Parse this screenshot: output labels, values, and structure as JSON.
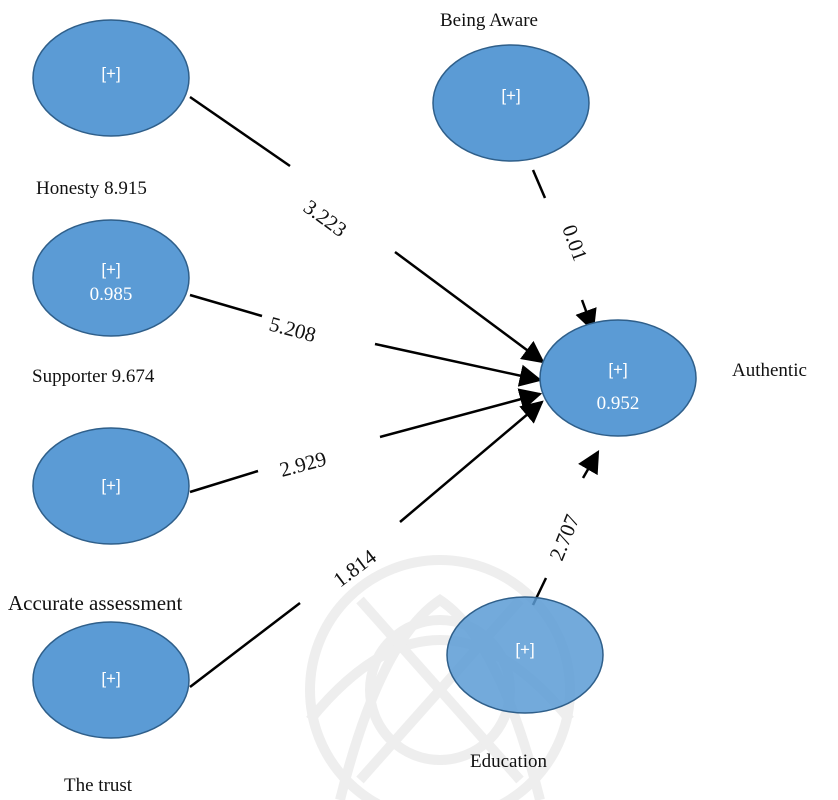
{
  "diagram": {
    "nodes": {
      "honesty": {
        "symbol": "[+]",
        "value": "",
        "caption": "Honesty 8.915"
      },
      "supporter": {
        "symbol": "[+]",
        "value": "0.985",
        "caption": "Supporter 9.674"
      },
      "accurate": {
        "symbol": "[+]",
        "value": "",
        "caption": "Accurate assessment"
      },
      "trust": {
        "symbol": "[+]",
        "value": "",
        "caption": "The trust"
      },
      "aware": {
        "symbol": "[+]",
        "value": "",
        "caption": "Being Aware"
      },
      "authentic": {
        "symbol": "[+]",
        "value": "0.952",
        "caption": "Authentic"
      },
      "education": {
        "symbol": "[+]",
        "value": "",
        "caption": "Education"
      }
    },
    "edges": {
      "honesty_authentic": "3.223",
      "supporter_authentic": "5.208",
      "accurate_authentic": "2.929",
      "trust_authentic": "1.814",
      "aware_authentic": "0.01",
      "education_authentic": "2.707"
    },
    "colors": {
      "node_fill": "#5b9bd5",
      "node_stroke": "#2f5f8a",
      "line": "#000000",
      "watermark": "#cfcfcf"
    }
  }
}
